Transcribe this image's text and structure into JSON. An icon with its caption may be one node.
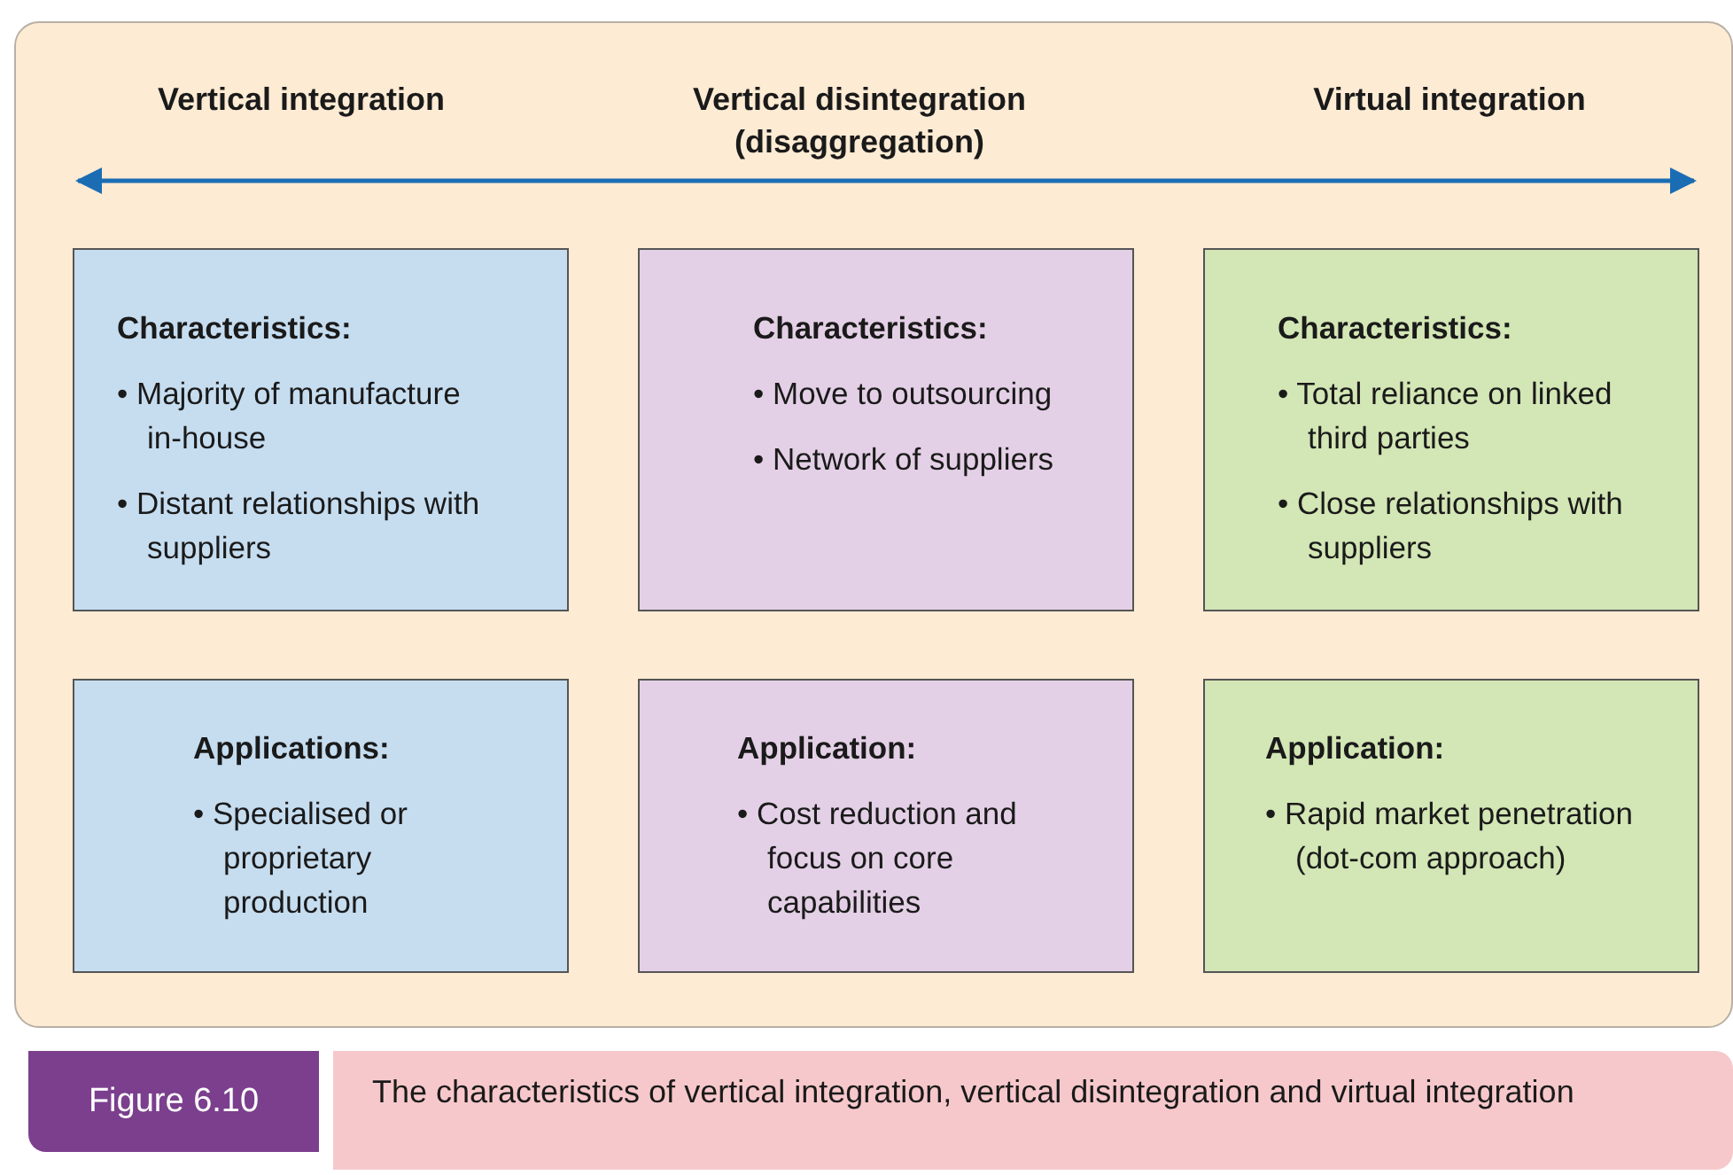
{
  "diagram": {
    "caption": "The characteristics of vertical integration, vertical disintegration and virtual integration",
    "nodes": [
      {
        "text": [
          "Characteristics:",
          "• Majority of manufacture in-house",
          "• Distant relationships with suppliers"
        ]
      },
      {
        "text": [
          "Characteristics:",
          "• Move to outsourcing",
          "• Network of suppliers"
        ]
      },
      {
        "text": [
          "Characteristics:",
          "• Total reliance on linked third parties",
          "• Close relationships with suppliers"
        ]
      },
      {
        "text": [
          "Applications:",
          "• Specialised or proprietary production"
        ]
      },
      {
        "text": [
          "Application:",
          "• Cost reduction and focus on core capabilities"
        ]
      },
      {
        "text": [
          "Application:",
          "• Rapid market penetration (dot-com approach)"
        ]
      }
    ],
    "labels": [
      "Vertical integration",
      "Vertical disintegration (disaggregation)",
      "Virtual integration",
      "Figure 6.10"
    ]
  }
}
